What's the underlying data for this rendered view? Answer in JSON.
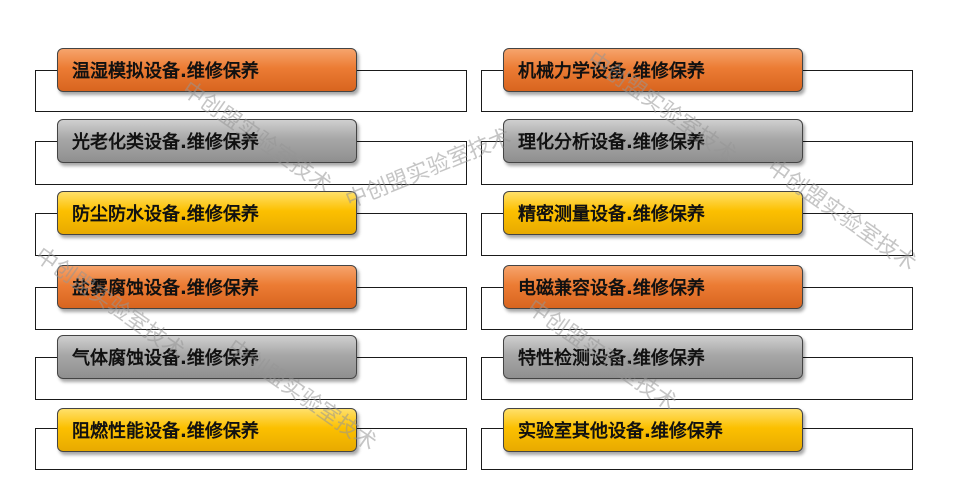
{
  "items": [
    {
      "text": "温湿模拟设备.维修保养",
      "color": "orange"
    },
    {
      "text": "光老化类设备.维修保养",
      "color": "gray"
    },
    {
      "text": "防尘防水设备.维修保养",
      "color": "yellow"
    },
    {
      "text": "盐雾腐蚀设备.维修保养",
      "color": "orange"
    },
    {
      "text": "气体腐蚀设备.维修保养",
      "color": "gray"
    },
    {
      "text": "阻燃性能设备.维修保养",
      "color": "yellow"
    },
    {
      "text": "机械力学设备.维修保养",
      "color": "orange"
    },
    {
      "text": "理化分析设备.维修保养",
      "color": "gray"
    },
    {
      "text": "精密测量设备.维修保养",
      "color": "yellow"
    },
    {
      "text": "电磁兼容设备.维修保养",
      "color": "orange"
    },
    {
      "text": "特性检测设备.维修保养",
      "color": "gray"
    },
    {
      "text": "实验室其他设备.维修保养",
      "color": "yellow"
    }
  ],
  "watermark": "中创盟实验室技术",
  "colors": {
    "orange": "#ec7c34",
    "gray": "#a7a7a7",
    "yellow": "#fcc000"
  }
}
